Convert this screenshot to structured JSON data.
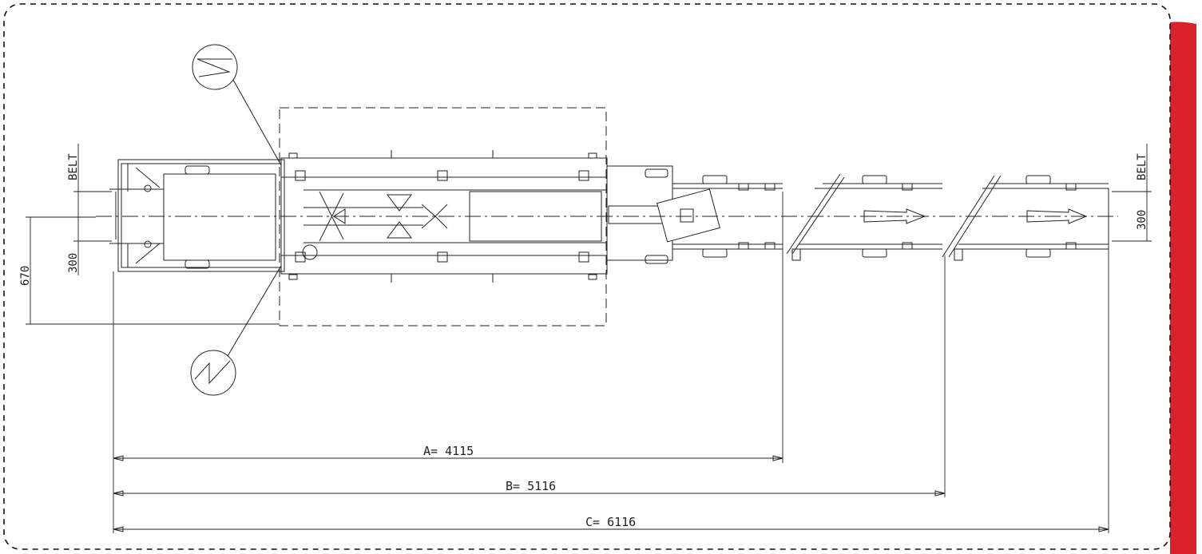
{
  "dimensions": {
    "a_label": "A= 4115",
    "b_label": "B= 5116",
    "c_label": "C= 6116",
    "overall_width": "670",
    "belt_width_left": "300",
    "belt_width_right": "300",
    "belt_label_left": "BELT",
    "belt_label_right": "BELT"
  },
  "symbols": {
    "motor_ac_icon": "ac-symbol",
    "power_dc_icon": "zigzag-symbol",
    "flow_direction_icon": "arrow-right"
  },
  "colors": {
    "accent_bar": "#d9222a",
    "line": "#222222",
    "background": "#ffffff"
  }
}
